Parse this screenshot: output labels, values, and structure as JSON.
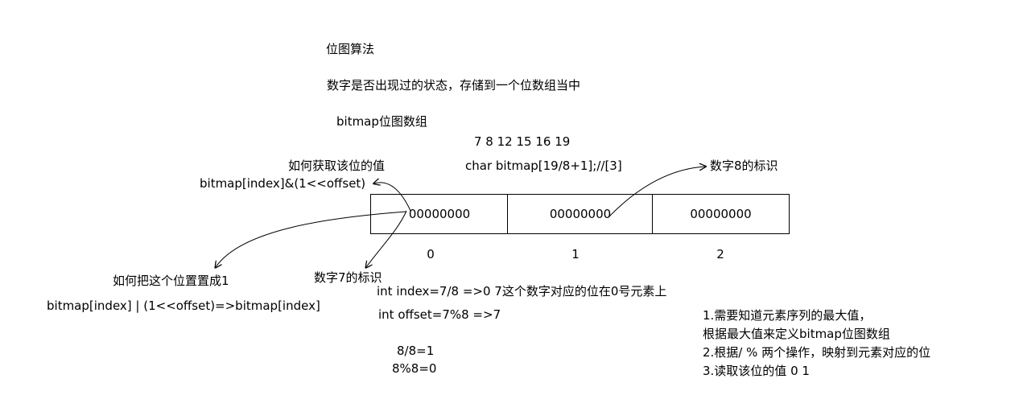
{
  "title": "位图算法",
  "subtitle": "数字是否出现过的状态，存储到一个位数组当中",
  "bitmap_label": "bitmap位图数组",
  "numbers": "7 8 12 15 16 19",
  "declaration": "char bitmap[19/8+1];//[3]",
  "get_value_title": "如何获取该位的值",
  "get_value_expr": "bitmap[index]&(1<<offset)",
  "mark8_label": "数字8的标识",
  "mark7_label": "数字7的标识",
  "set_one_title": "如何把这个位置置成1",
  "set_one_expr": "bitmap[index] | (1<<offset)=>bitmap[index]",
  "cells": [
    {
      "value": "00000000",
      "index": "0"
    },
    {
      "value": "00000000",
      "index": "1"
    },
    {
      "value": "00000000",
      "index": "2"
    }
  ],
  "index_calc": "int index=7/8 =>0 7这个数字对应的位在0号元素上",
  "offset_calc": "int offset=7%8 =>7",
  "example_div": "8/8=1",
  "example_mod": "8%8=0",
  "steps": [
    "1.需要知道元素序列的最大值，",
    "根据最大值来定义bitmap位图数组",
    "2.根据/ % 两个操作，映射到元素对应的位",
    "3.读取该位的值 0 1"
  ]
}
